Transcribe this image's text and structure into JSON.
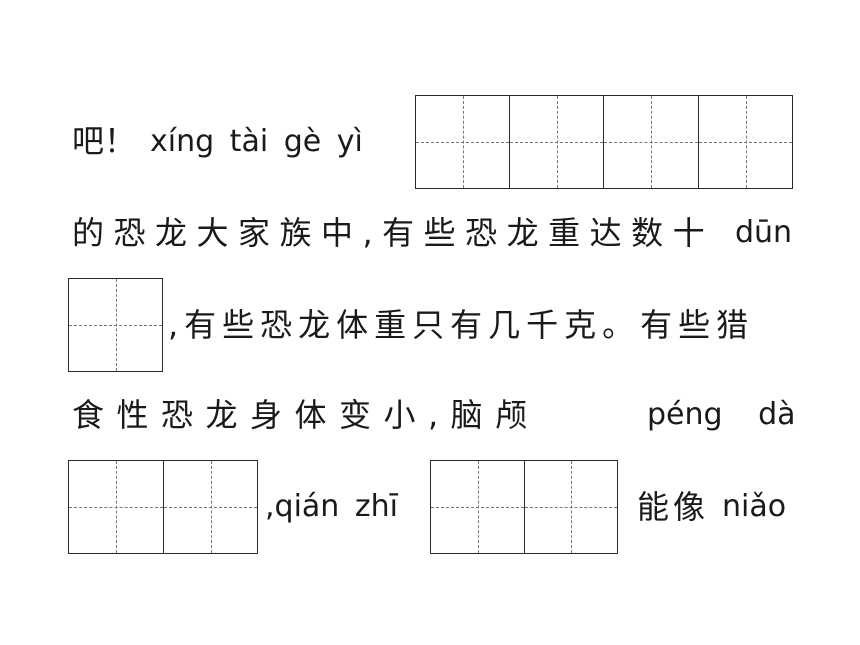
{
  "worksheet": {
    "row1": {
      "lead": "吧！",
      "pinyin": "xíng tài gè yì"
    },
    "row2": {
      "text": "的恐龙大家族中,有些恐龙重达数十",
      "pinyin": "dūn"
    },
    "row3": {
      "text": ",有些恐龙体重只有几千克。有些猎"
    },
    "row4": {
      "text": "食性恐龙身体变小,脑颅",
      "pinyin": "péng dà"
    },
    "row5": {
      "pinyin_a": ",qián zhī",
      "text": "能像",
      "pinyin_b": "niǎo"
    }
  }
}
